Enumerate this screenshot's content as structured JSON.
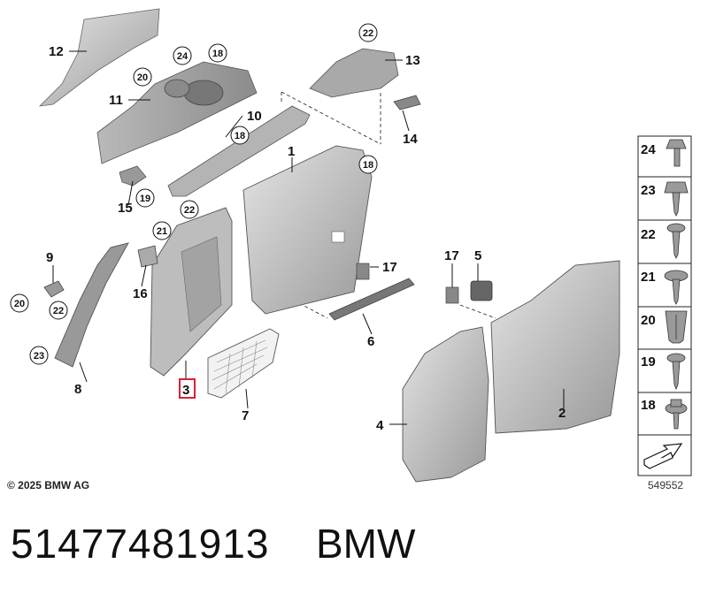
{
  "callouts": {
    "c1": "1",
    "c2": "2",
    "c3": "3",
    "c4": "4",
    "c5": "5",
    "c6": "6",
    "c7": "7",
    "c8": "8",
    "c9": "9",
    "c10": "10",
    "c11": "11",
    "c12": "12",
    "c13": "13",
    "c14": "14",
    "c15": "15",
    "c16": "16",
    "c17a": "17",
    "c17b": "17"
  },
  "circles": {
    "k18a": "18",
    "k18b": "18",
    "k18c": "18",
    "k19": "19",
    "k20a": "20",
    "k20b": "20",
    "k21": "21",
    "k22a": "22",
    "k22b": "22",
    "k22c": "22",
    "k23": "23",
    "k24": "24"
  },
  "highlight": {
    "part_number": "3",
    "color": "#d9213a"
  },
  "fastener_panel": [
    "24",
    "23",
    "22",
    "21",
    "20",
    "19",
    "18"
  ],
  "copyright": "© 2025 BMW AG",
  "drawing_number": "549552",
  "footer": {
    "part_number": "51477481913",
    "brand": "BMW"
  }
}
